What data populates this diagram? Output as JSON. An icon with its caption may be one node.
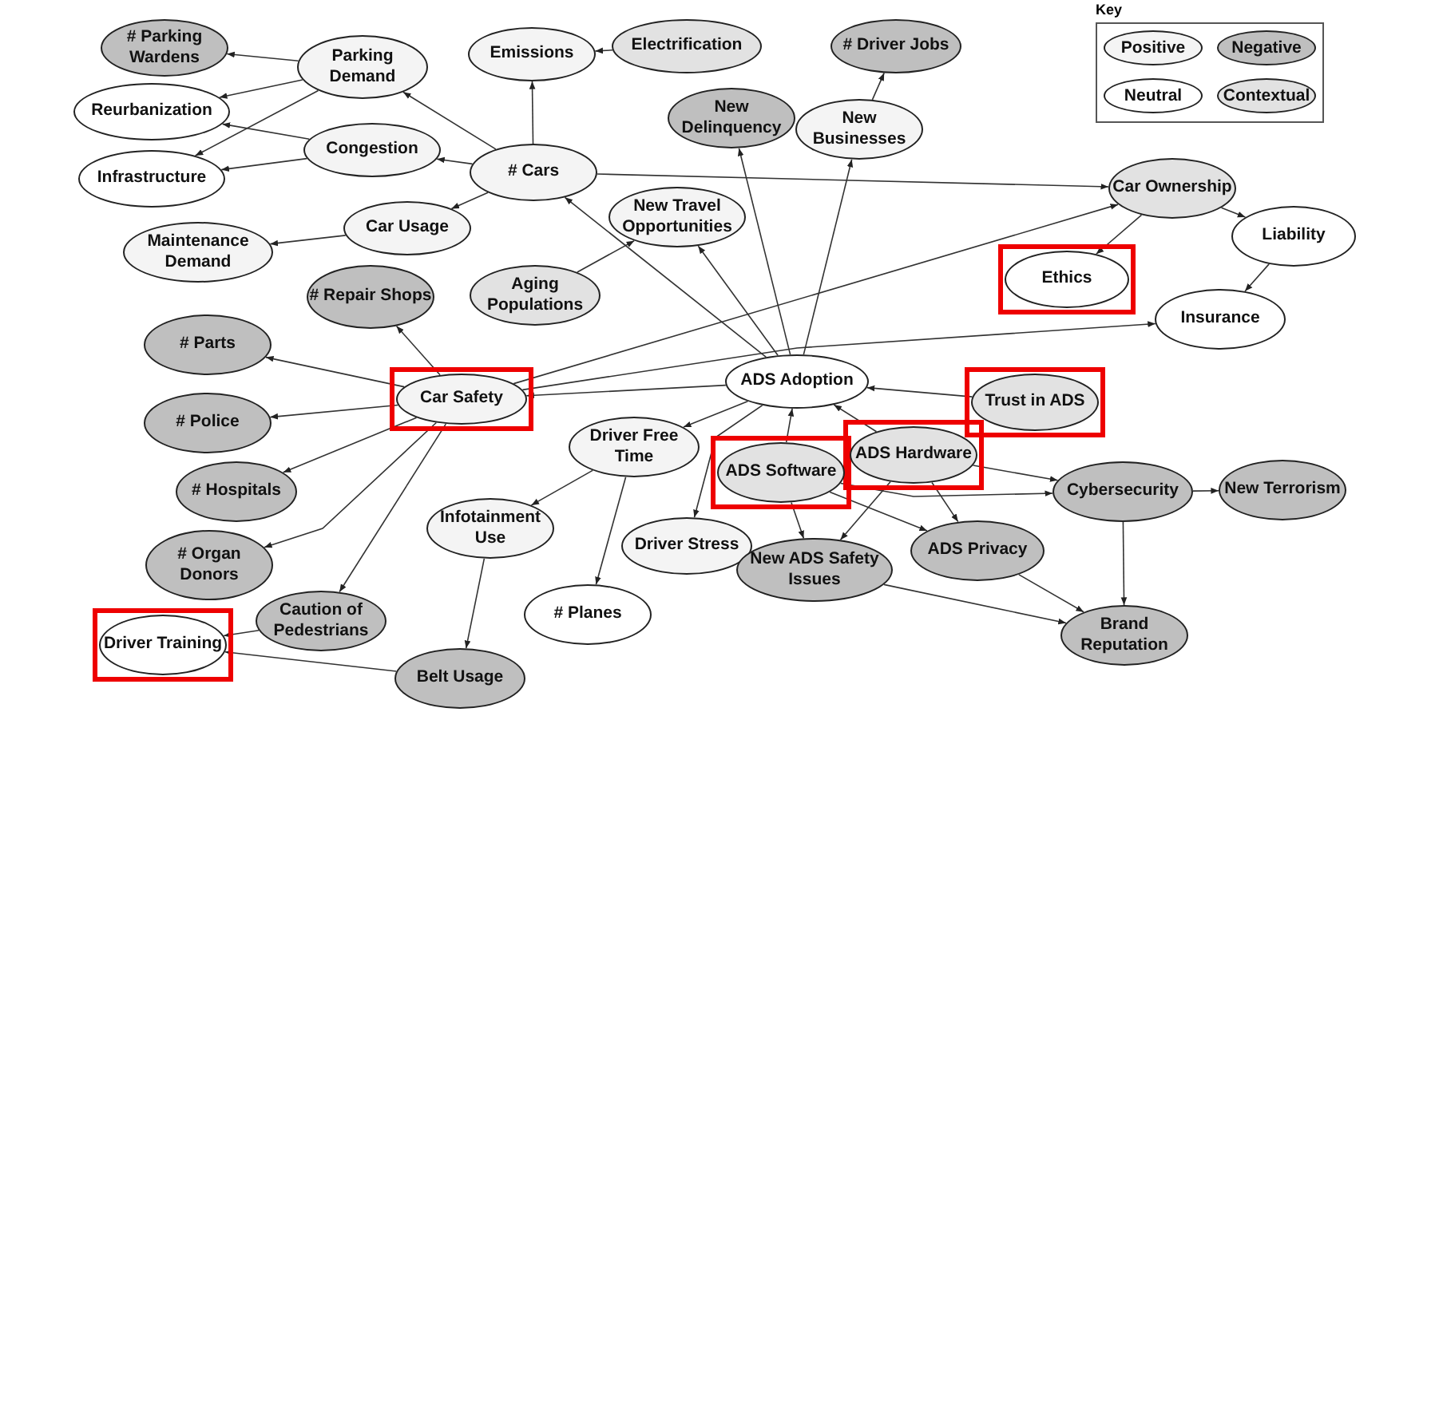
{
  "diagram": {
    "nodes": [
      {
        "text": [
          "# Parking Wardens"
        ]
      },
      {
        "text": [
          "Parking Demand"
        ]
      },
      {
        "text": [
          "Emissions"
        ]
      },
      {
        "text": [
          "Electrification"
        ]
      },
      {
        "text": [
          "# Driver Jobs"
        ]
      },
      {
        "text": [
          "Reurbanization"
        ]
      },
      {
        "text": [
          "New Delinquency"
        ]
      },
      {
        "text": [
          "New Businesses"
        ]
      },
      {
        "text": [
          "Congestion"
        ]
      },
      {
        "text": [
          "# Cars"
        ]
      },
      {
        "text": [
          "Infrastructure"
        ]
      },
      {
        "text": [
          "Car Ownership"
        ]
      },
      {
        "text": [
          "Car Usage"
        ]
      },
      {
        "text": [
          "New Travel Opportunities"
        ]
      },
      {
        "text": [
          "Maintenance Demand"
        ]
      },
      {
        "text": [
          "Liability"
        ]
      },
      {
        "text": [
          "Aging Populations"
        ]
      },
      {
        "text": [
          "# Repair Shops"
        ]
      },
      {
        "text": [
          "Ethics"
        ]
      },
      {
        "text": [
          "Insurance"
        ]
      },
      {
        "text": [
          "# Parts"
        ]
      },
      {
        "text": [
          "Car Safety"
        ]
      },
      {
        "text": [
          "ADS Adoption"
        ]
      },
      {
        "text": [
          "Trust in ADS"
        ]
      },
      {
        "text": [
          "# Police"
        ]
      },
      {
        "text": [
          "Driver Free Time"
        ]
      },
      {
        "text": [
          "ADS Software"
        ]
      },
      {
        "text": [
          "ADS Hardware"
        ]
      },
      {
        "text": [
          "Cybersecurity"
        ]
      },
      {
        "text": [
          "New Terrorism"
        ]
      },
      {
        "text": [
          "# Hospitals"
        ]
      },
      {
        "text": [
          "Infotainment Use"
        ]
      },
      {
        "text": [
          "Driver Stress"
        ]
      },
      {
        "text": [
          "New ADS Safety Issues"
        ]
      },
      {
        "text": [
          "ADS Privacy"
        ]
      },
      {
        "text": [
          "# Organ Donors"
        ]
      },
      {
        "text": [
          "Caution of Pedestrians"
        ]
      },
      {
        "text": [
          "# Planes"
        ]
      },
      {
        "text": [
          "Brand Reputation"
        ]
      },
      {
        "text": [
          "Driver Training"
        ]
      },
      {
        "text": [
          "Belt Usage"
        ]
      }
    ],
    "edges": [
      {
        "from": 1,
        "to": 0,
        "arrow": "to"
      },
      {
        "from": 1,
        "to": 5,
        "arrow": "to"
      },
      {
        "from": 1,
        "to": 10,
        "arrow": "to"
      },
      {
        "from": 8,
        "to": 5,
        "arrow": "to"
      },
      {
        "from": 8,
        "to": 10,
        "arrow": "to"
      },
      {
        "from": 9,
        "to": 1,
        "arrow": "to"
      },
      {
        "from": 9,
        "to": 8,
        "arrow": "to"
      },
      {
        "from": 9,
        "to": 2,
        "arrow": "to"
      },
      {
        "from": 3,
        "to": 2,
        "arrow": "to"
      },
      {
        "from": 9,
        "to": 12,
        "arrow": "to"
      },
      {
        "from": 12,
        "to": 14,
        "arrow": "to"
      },
      {
        "from": 22,
        "to": 9,
        "arrow": "to"
      },
      {
        "from": 16,
        "to": 13,
        "arrow": "to"
      },
      {
        "from": 22,
        "to": 13,
        "arrow": "to"
      },
      {
        "from": 22,
        "to": 6,
        "arrow": "to"
      },
      {
        "from": 22,
        "to": 7,
        "arrow": "to"
      },
      {
        "from": 7,
        "to": 4,
        "arrow": "to"
      },
      {
        "from": 9,
        "to": 11,
        "arrow": "to"
      },
      {
        "from": 21,
        "to": 11,
        "arrow": "to"
      },
      {
        "from": 21,
        "to": 19,
        "arrow": "to"
      },
      {
        "from": 11,
        "to": 15,
        "arrow": "to"
      },
      {
        "from": 11,
        "to": 18,
        "arrow": "to"
      },
      {
        "from": 15,
        "to": 19,
        "arrow": "to"
      },
      {
        "from": 21,
        "to": 17,
        "arrow": "to"
      },
      {
        "from": 21,
        "to": 20,
        "arrow": "to"
      },
      {
        "from": 21,
        "to": 24,
        "arrow": "to"
      },
      {
        "from": 21,
        "to": 30,
        "arrow": "to"
      },
      {
        "from": 21,
        "to": 35,
        "arrow": "to"
      },
      {
        "from": 21,
        "to": 36,
        "arrow": "to"
      },
      {
        "from": 36,
        "to": 39,
        "arrow": "to"
      },
      {
        "from": 40,
        "to": 39,
        "arrow": "to"
      },
      {
        "from": 31,
        "to": 40,
        "arrow": "to"
      },
      {
        "from": 25,
        "to": 31,
        "arrow": "to"
      },
      {
        "from": 25,
        "to": 37,
        "arrow": "to"
      },
      {
        "from": 22,
        "to": 25,
        "arrow": "to"
      },
      {
        "from": 22,
        "to": 32,
        "arrow": "to"
      },
      {
        "from": 22,
        "to": 21,
        "arrow": "to"
      },
      {
        "from": 23,
        "to": 22,
        "arrow": "to"
      },
      {
        "from": 26,
        "to": 22,
        "arrow": "to"
      },
      {
        "from": 27,
        "to": 22,
        "arrow": "to"
      },
      {
        "from": 27,
        "to": 28,
        "arrow": "to"
      },
      {
        "from": 26,
        "to": 28,
        "arrow": "to"
      },
      {
        "from": 27,
        "to": 33,
        "arrow": "to"
      },
      {
        "from": 27,
        "to": 34,
        "arrow": "to"
      },
      {
        "from": 26,
        "to": 33,
        "arrow": "to"
      },
      {
        "from": 26,
        "to": 34,
        "arrow": "to"
      },
      {
        "from": 28,
        "to": 29,
        "arrow": "to"
      },
      {
        "from": 28,
        "to": 38,
        "arrow": "to"
      },
      {
        "from": 34,
        "to": 38,
        "arrow": "to"
      },
      {
        "from": 33,
        "to": 38,
        "arrow": "to"
      }
    ],
    "labels": [
      "Key"
    ],
    "legend": [
      {
        "text": "Positive",
        "color": "#f4f4f4"
      },
      {
        "text": "Negative",
        "color": "#bfbfbf"
      },
      {
        "text": "Neutral",
        "color": "#ffffff"
      },
      {
        "text": "Contextual",
        "color": "#e2e2e2"
      }
    ]
  }
}
